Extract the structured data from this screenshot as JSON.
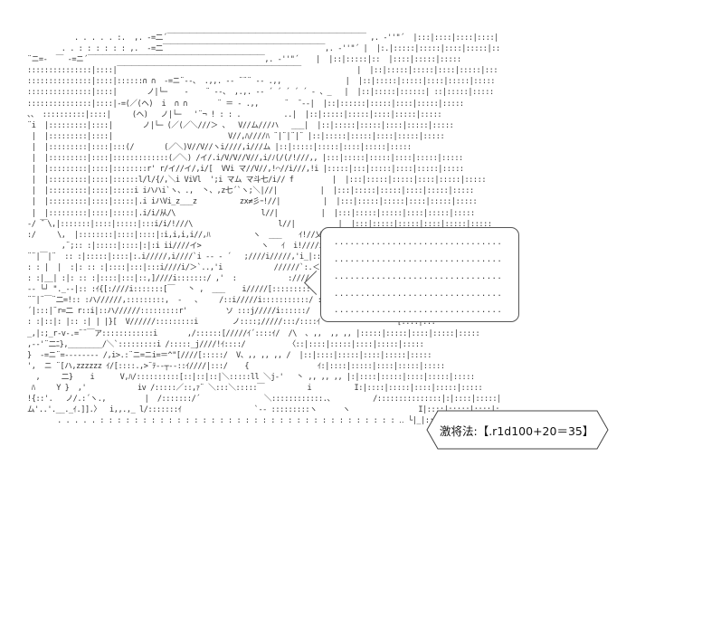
{
  "art": {
    "lines": [
      "           . . . . . :.  ,. ‐=二´￣￣￣￣￣￣￣￣￣￣￣￣￣￣￣￣￣￣￣￣￣￣￣￣￣￣￣ ,. ‐''\"´  |:::|::::|::::|::::|:::::",
      "        . . : : : : : : ,.  -=二￣￣￣￣￣￣￣￣￣￣￣￣￣￣￣￣￣￣￣￣￣￣,. ‐''\"´ |  |:.|:::::|:::::|::::|:::::|:::::",
      "¨ニ=-  ￣ -=ニ´￣￣￣￣￣￣￣￣￣￣￣￣￣￣￣￣￣￣￣￣￣￣￣￣,. ‐''\"´    |  |::|:::::|::  |::::|:::::|:::::",
      ":::::::::::::::|::::|￣￣￣￣￣￣￣￣￣￣￣￣￣￣￣￣￣￣￣￣￣￣￣￣￣             |  |::|:::::|:::::|::::|:::::|:::::",
      ":::::::::::::::|::::|::::::∩ ∩  -=ニ¨‐-、 .,,. -‐ ¨¨¨ ‐- .,,               |  |::|:::::|:::::|::::|:::::|:::::",
      ":::::::::::::::|::::|       ノ|└─    -    ¨ ‐-、 ,.,. -‐ ´ ´ ´ ´ ´ ‐ 、_   |  |::|:::::|::::::| ::|:::::|:::::",
      ":::::::::::::::|::::|‐=(／(ヘ)  i  ∩ ∩       ¨ ＝ ‐ .,,      ¨  ̄ ‐-|  |::|::::::|:::::|::::|:::::|:::::",
      "、、 ::::::::::|::::|     (ヘ)   ノ|└─   '¨¬ ! : : .          ..|  |::|:::::|:::::|::::|:::::|:::::",
      "¨i  |:::::::::|::::|       ノ|└─ (／(／＼///＞ 、  V//ム///ハ   ___|  |::|:::::|:::::|::::|:::::|:::::",
      " |  |:::::::::|::::|                           V//,ﾊ////ﾊ ¨|¨|¨|¨ |::|:::::|:::::|::::|:::::|:::::",
      " |  |:::::::::|::::|:::(/       (／＼)V//V//ヽi////,i///ム |::|:::::|:::::|::::|:::::|:::::",
      " |  |:::::::::|::::|:::::::::::::(／＼) /イ/.i/V/V//V//,i/ﾉ(/(/!///,, |:::|:::::|:::::|::::|:::::|:::::",
      " |  |:::::::::|::::|::::::::r' r/イ//イ/,i/[  VVi マ//V//,!⌒//i///,!i |:::::|:::|:::::|::::|:::::|:::::",
      " |  |:::::::::|::::|::::::l/l/{/,＼i ViVl  ';i マム マ斗七/i// f         |  |:::|:::::|:::::|::::|:::::|:::::",
      " |  |:::::::::|::::|:::::i iハハi`ヽ、.,  丶、,z七´`ヽ;＼|//|          |  |:::|:::::|:::::|::::|:::::|:::::",
      " |  |:::::::::|::::|:::::|.i iハVi_z___z          zx≠彡ｰ!//|          |  |:::|:::::|:::::|::::|:::::|:::::",
      " |  |:::::::::|::::|:::::|.i/i/从/\\                    l//|          |  |:::|:::::|:::::|::::|:::::|:::::",
      "‐/ ̄￣\\,|:::::::|::::|:::::|:::i/i/!///\\                    l//|          |  |:::|:::::|:::::|::::|:::::|:::::",
      ":/     \\,  |::::::::|::::|::::|:i,i,i,i//,ﾊ          ヽ  ___    ｲ!//乂   |  |:::|:::::|:::::|::::|:::::|:::::",
      "        ,¨;:: :|:::::|::::|:|:i ii////イ>              ヽ   ｲ  i!////i/////i::|::::::|:::::|::::|:::::|:::::",
      "¨¨|￣|¨  :: :|:::::|::::|:.i/////,i////`i ‐‐ ‐ ´   ;////i/////,'i_|:::::|:::::|::::|:::::|:::::",
      ": : |  |  :|: :: :|::::|:::|:::i////i/＞`..,'i            //////`:.＜//,i|__|::::|:::::|::::|:::::|:::::",
      ": :|__| :|: :: :|::::|:::|::,]////i:::::::/ ,'  :            ://///:::::::::::::≫::|:::|:::::|::::|:::::|:::::",
      "‐‐ └┘ \"._‐‐|:: :ｲ{[:////i:::::::[￣   丶 ,  ___    i/////[::::::::::::/::/ヽ::|::::|::::|:::::|:::::|:::::",
      "¨¨|¨￣¨二=!:: :ハ//////,:::::::::,  -   、    /::i/////i:::::::::::/ :/  /   v:: :|:::::|:::::|::::|",
      "´|:::|¨r=二 r::i|::ハ//////:::::::::r'         ソ :::j/////i::::::/    /     /     |:::::|:::|::::|",
      ": :|::|: |:: :| | |}[  V//////:::::::::i        ノ::::;/////:::/::::ｲ                  [::::|:::",
      "_,|:;_r-v-.=¨¨￣ア::::::::::::i       ,/::::::[/////ｲ´::::ｲ/  /\\  ､ ,,  ,, ,, |:::::|:::::|::::|:::::|:::::",
      ",-‐'¨二ﾆ},________/＼`:::::::::i /:::::_j////!ｲ::::/          〈::|::::|:::::|::::|:::::|:::::",
      "}  ‐=ニ¨=-------- /,i>.:¨ニ=ニi=＝^\"[////[:::::/  V、,, ,, ,, /  |::|::::|:::::|::::|:::::|:::::",
      "',  ニ ¨[ハ,zzzzzz ｲ/[::::.,>¨ﾃ‐‐┬‐‐::ｲ////|:::/    {                ｲ:|::::|:::::|::::|:::::|:::::",
      "  ,     二}    i      V,ﾊ/::::::::::[::|::|::|＼:::::ll ＼j‐'   丶 ,, ,, ,, |:|::::|:::::|::::|:::::|:::::",
      " ﾊ     Y }  ,'            iv /:::::／::,ｧ¨ ＼:::＼:::::￣          i          I:|::::|:::::|::::|:::::|:::::",
      "!{::'.   ノ/.:´ヽ.,         |  /:::::::/´               ＼::::::::::::.、         /:::::::::::::::|:|::::|:::::|::::|:::::|:::::",
      "ム'..'.__._ｲ.]].〉  i,,.,_ l/:::::::ｲ                 `‐‐ :::::::::ヽ      ヽ                I|::::|:::::|::::|:::::|:::::",
      "       . . . . . : : : : : : : : : : : : : : : : : : : : : : : : : : : : : : : : : : : ‥ └|_|::::::|:::::|:::::|::::|:::::|:::::"
    ]
  },
  "bubble": {
    "lines": [
      ".............................................",
      ".............................................",
      ".............................................",
      ".............................................",
      "............................................."
    ]
  },
  "dice": {
    "text": "激将法:【.r1d100+20＝35】"
  }
}
